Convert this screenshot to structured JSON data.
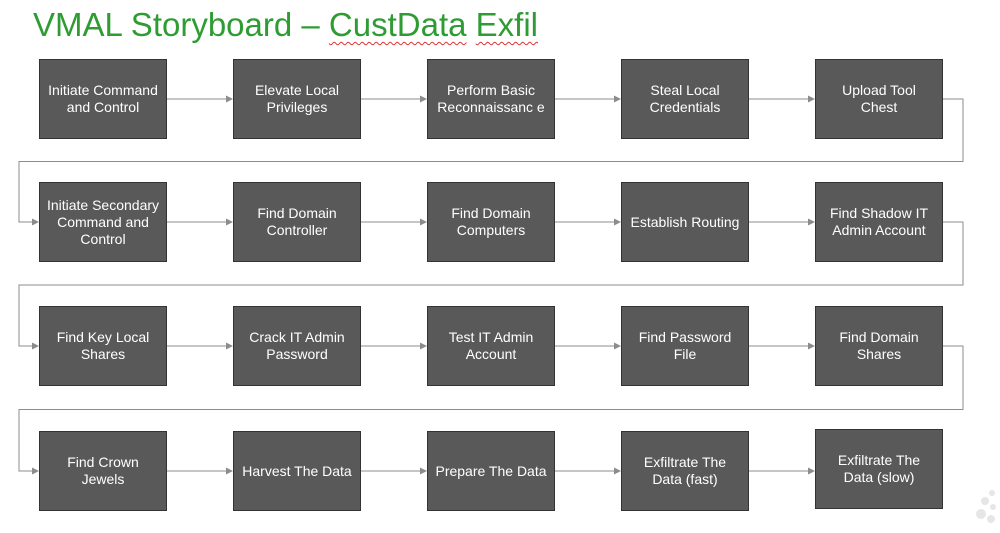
{
  "title": {
    "prefix": "VMAL Storyboard – ",
    "word1": "CustData",
    "space": " ",
    "word2": "Exfil"
  },
  "rows": [
    {
      "steps": [
        "Initiate Command and Control",
        "Elevate Local Privileges",
        "Perform Basic Reconnaissanc e",
        "Steal Local Credentials",
        "Upload Tool Chest"
      ]
    },
    {
      "steps": [
        "Initiate Secondary Command and Control",
        "Find Domain Controller",
        "Find Domain Computers",
        "Establish Routing",
        "Find Shadow IT Admin Account"
      ]
    },
    {
      "steps": [
        "Find Key Local Shares",
        "Crack IT Admin Password",
        "Test IT Admin Account",
        "Find Password File",
        "Find Domain Shares"
      ]
    },
    {
      "steps": [
        "Find Crown Jewels",
        "Harvest The Data",
        "Prepare The Data",
        "Exfiltrate The Data (fast)",
        "Exfiltrate The Data (slow)"
      ]
    }
  ],
  "colors": {
    "title": "#2e9c33",
    "box_fill": "#595959",
    "box_text": "#ffffff",
    "connector": "#8c8c8c"
  }
}
